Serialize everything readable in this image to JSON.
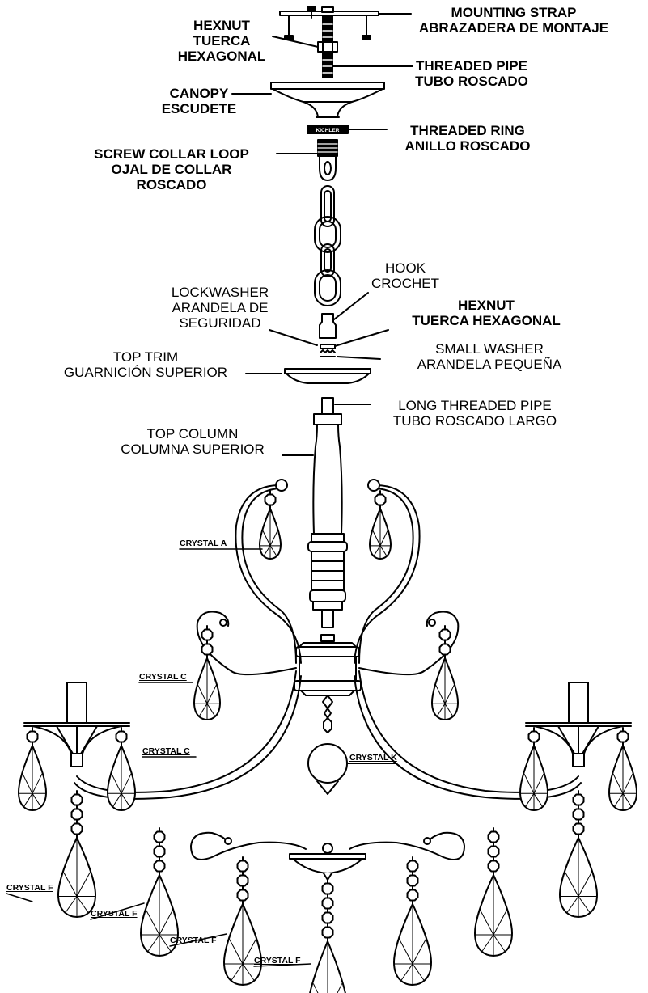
{
  "labels": {
    "mounting_strap": {
      "en": "MOUNTING STRAP",
      "es": "ABRAZADERA DE MONTAJE"
    },
    "hexnut_top": {
      "en": "HEXNUT",
      "es1": "TUERCA",
      "es2": "HEXAGONAL"
    },
    "threaded_pipe": {
      "en": "THREADED PIPE",
      "es": "TUBO ROSCADO"
    },
    "canopy": {
      "en": "CANOPY",
      "es": "ESCUDETE"
    },
    "threaded_ring": {
      "en": "THREADED RING",
      "es": "ANILLO ROSCADO"
    },
    "screw_collar_loop": {
      "en": "SCREW COLLAR LOOP",
      "es1": "OJAL DE COLLAR",
      "es2": "ROSCADO"
    },
    "hook": {
      "en": "HOOK",
      "es": "CROCHET"
    },
    "lockwasher": {
      "en": "LOCKWASHER",
      "es1": "ARANDELA DE",
      "es2": "SEGURIDAD"
    },
    "hexnut_mid": {
      "en": "HEXNUT",
      "es": "TUERCA HEXAGONAL"
    },
    "small_washer": {
      "en": "SMALL WASHER",
      "es": "ARANDELA PEQUEÑA"
    },
    "top_trim": {
      "en": "TOP TRIM",
      "es": "GUARNICIÓN SUPERIOR"
    },
    "long_threaded_pipe": {
      "en": "LONG THREADED PIPE",
      "es": "TUBO ROSCADO LARGO"
    },
    "top_column": {
      "en": "TOP COLUMN",
      "es": "COLUMNA SUPERIOR"
    },
    "crystal_a": "CRYSTAL A",
    "crystal_c": "CRYSTAL C",
    "crystal_k": "CRYSTAL K",
    "crystal_f": "CRYSTAL F"
  },
  "brand_stamp": "KICHLER"
}
